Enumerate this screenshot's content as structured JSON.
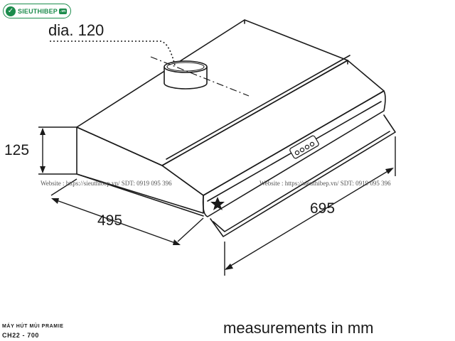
{
  "logo": {
    "brand": "SIEUTHIBEP",
    "suffix": ".vn"
  },
  "dimensions": {
    "duct_diameter": "dia. 120",
    "height": "125",
    "depth": "495",
    "width": "695"
  },
  "watermark": {
    "left": "Website : https://sieuthibep.vn/   SDT: 0919 095 396",
    "right": "Website : https://sieuthibep.vn/   SDT: 0919 095 396"
  },
  "product": {
    "name": "MÁY HÚT MÙI PRAMIE",
    "model": "CH22 - 700"
  },
  "units_note": "measurements in mm",
  "icons": {
    "logo": "cart-icon",
    "star": "star-icon"
  }
}
